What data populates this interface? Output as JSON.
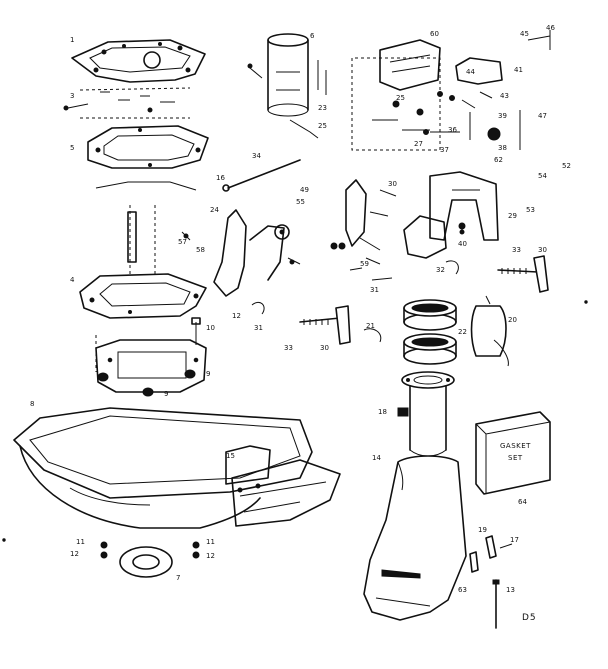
{
  "gasket_set": {
    "line1": "GASKET",
    "line2": "SET"
  },
  "drawing_code": "D5",
  "labels": [
    {
      "id": "lbl-6",
      "text": "6"
    },
    {
      "id": "lbl-23",
      "text": "23"
    },
    {
      "id": "lbl-25",
      "text": "25"
    },
    {
      "id": "lbl-25b",
      "text": "25"
    },
    {
      "id": "lbl-60",
      "text": "60"
    },
    {
      "id": "lbl-46",
      "text": "46"
    },
    {
      "id": "lbl-45",
      "text": "45"
    },
    {
      "id": "lbl-41",
      "text": "41"
    },
    {
      "id": "lbl-43",
      "text": "43"
    },
    {
      "id": "lbl-44",
      "text": "44"
    },
    {
      "id": "lbl-47",
      "text": "47"
    },
    {
      "id": "lbl-39",
      "text": "39"
    },
    {
      "id": "lbl-38",
      "text": "38"
    },
    {
      "id": "lbl-36",
      "text": "36"
    },
    {
      "id": "lbl-27",
      "text": "27"
    },
    {
      "id": "lbl-37",
      "text": "37"
    },
    {
      "id": "lbl-62",
      "text": "62"
    },
    {
      "id": "lbl-52",
      "text": "52"
    },
    {
      "id": "lbl-54",
      "text": "54"
    },
    {
      "id": "lbl-53",
      "text": "53"
    },
    {
      "id": "lbl-29",
      "text": "29"
    },
    {
      "id": "lbl-34",
      "text": "34"
    },
    {
      "id": "lbl-16",
      "text": "16"
    },
    {
      "id": "lbl-24",
      "text": "24"
    },
    {
      "id": "lbl-49",
      "text": "49"
    },
    {
      "id": "lbl-55",
      "text": "55"
    },
    {
      "id": "lbl-30",
      "text": "30"
    },
    {
      "id": "lbl-30b",
      "text": "30"
    },
    {
      "id": "lbl-30c",
      "text": "30"
    },
    {
      "id": "lbl-40",
      "text": "40"
    },
    {
      "id": "lbl-33",
      "text": "33"
    },
    {
      "id": "lbl-33b",
      "text": "33"
    },
    {
      "id": "lbl-32",
      "text": "32"
    },
    {
      "id": "lbl-31",
      "text": "31"
    },
    {
      "id": "lbl-31b",
      "text": "31"
    },
    {
      "id": "lbl-22",
      "text": "22"
    },
    {
      "id": "lbl-20",
      "text": "20"
    },
    {
      "id": "lbl-12",
      "text": "12"
    },
    {
      "id": "lbl-12b",
      "text": "12"
    },
    {
      "id": "lbl-12c",
      "text": "12"
    },
    {
      "id": "lbl-10",
      "text": "10"
    },
    {
      "id": "lbl-9",
      "text": "9"
    },
    {
      "id": "lbl-9b",
      "text": "9"
    },
    {
      "id": "lbl-8",
      "text": "8"
    },
    {
      "id": "lbl-7",
      "text": "7"
    },
    {
      "id": "lbl-1",
      "text": "1"
    },
    {
      "id": "lbl-3",
      "text": "3"
    },
    {
      "id": "lbl-5",
      "text": "5"
    },
    {
      "id": "lbl-4",
      "text": "4"
    },
    {
      "id": "lbl-11",
      "text": "11"
    },
    {
      "id": "lbl-11b",
      "text": "11"
    },
    {
      "id": "lbl-13",
      "text": "13"
    },
    {
      "id": "lbl-14",
      "text": "14"
    },
    {
      "id": "lbl-15",
      "text": "15"
    },
    {
      "id": "lbl-17",
      "text": "17"
    },
    {
      "id": "lbl-18",
      "text": "18"
    },
    {
      "id": "lbl-19",
      "text": "19"
    },
    {
      "id": "lbl-63",
      "text": "63"
    },
    {
      "id": "lbl-64",
      "text": "64"
    },
    {
      "id": "lbl-21",
      "text": "21"
    },
    {
      "id": "lbl-59",
      "text": "59"
    },
    {
      "id": "lbl-57",
      "text": "57"
    },
    {
      "id": "lbl-58",
      "text": "58"
    }
  ]
}
